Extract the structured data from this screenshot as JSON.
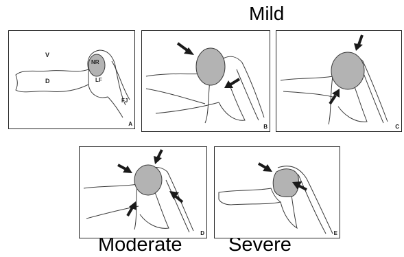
{
  "grades": {
    "mild": "Mild",
    "moderate": "Moderate",
    "severe": "Severe"
  },
  "panel_letters": {
    "a": "A",
    "b": "B",
    "c": "C",
    "d": "D",
    "e": "E"
  },
  "anatomy": {
    "v": "V",
    "d": "D",
    "nr": "NR",
    "lf": "LF",
    "fj": "FJ"
  },
  "colors": {
    "nerve_root_fill": "#b3b3b3",
    "line": "#3a3a3a",
    "arrow": "#1a1a1a"
  }
}
